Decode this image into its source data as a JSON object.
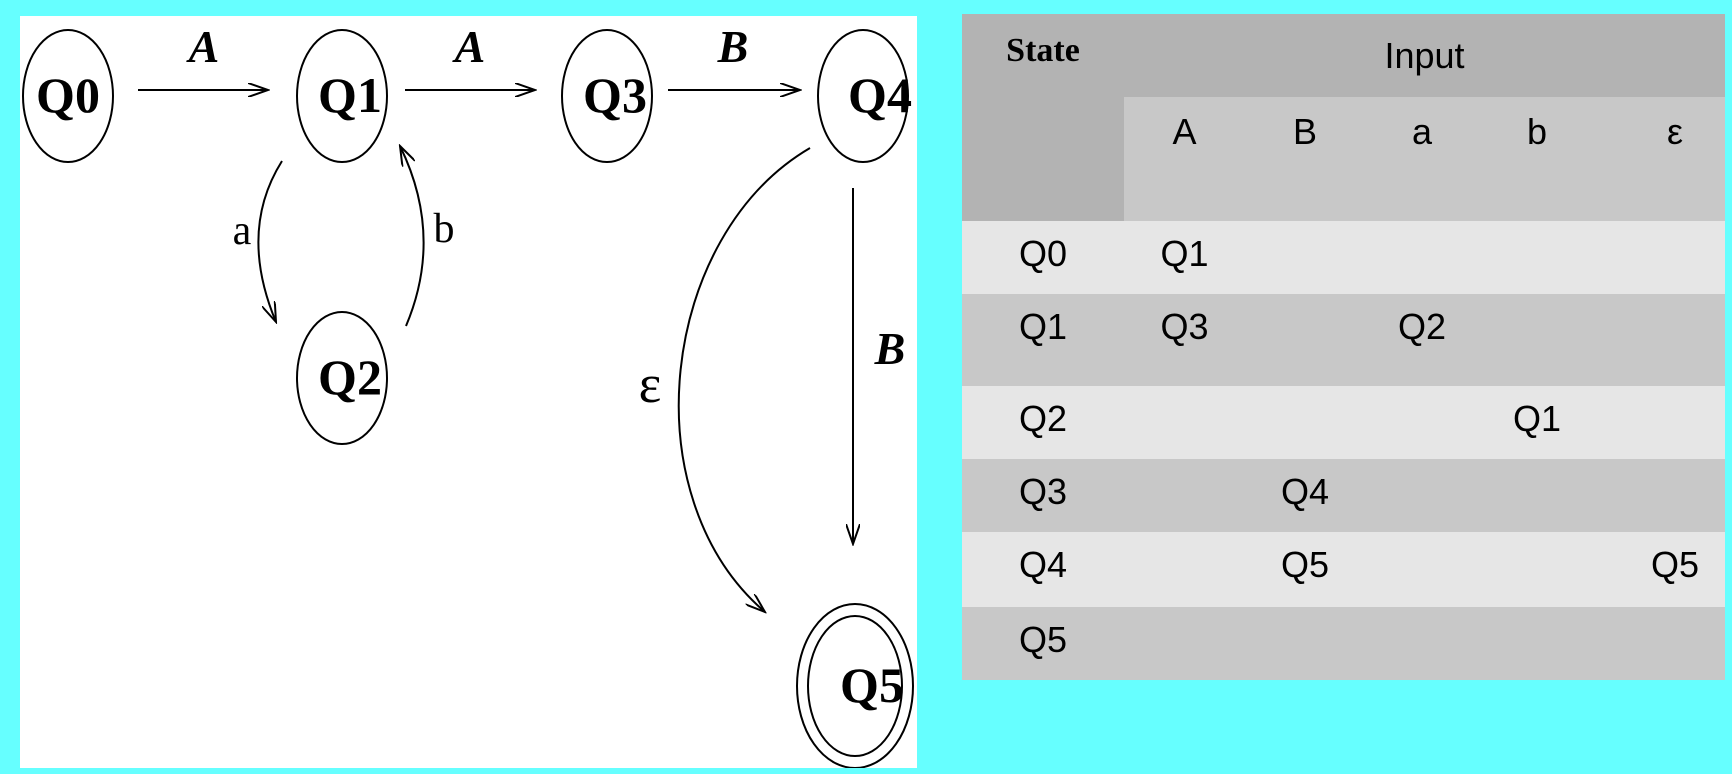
{
  "diagram": {
    "states": [
      "Q0",
      "Q1",
      "Q2",
      "Q3",
      "Q4",
      "Q5"
    ],
    "accepting_state": "Q5",
    "edges": [
      {
        "from": "Q0",
        "to": "Q1",
        "label": "A"
      },
      {
        "from": "Q1",
        "to": "Q3",
        "label": "A"
      },
      {
        "from": "Q3",
        "to": "Q4",
        "label": "B"
      },
      {
        "from": "Q1",
        "to": "Q2",
        "label": "a"
      },
      {
        "from": "Q2",
        "to": "Q1",
        "label": "b"
      },
      {
        "from": "Q4",
        "to": "Q5",
        "label": "B"
      },
      {
        "from": "Q4",
        "to": "Q5",
        "label": "ε"
      }
    ]
  },
  "table": {
    "state_header": "State",
    "input_header": "Input",
    "symbols": [
      "A",
      "B",
      "a",
      "b",
      "ε"
    ],
    "rows": [
      {
        "state": "Q0",
        "cells": [
          "Q1",
          "",
          "",
          "",
          ""
        ]
      },
      {
        "state": "Q1",
        "cells": [
          "Q3",
          "",
          "Q2",
          "",
          ""
        ]
      },
      {
        "state": "Q2",
        "cells": [
          "",
          "",
          "",
          "Q1",
          ""
        ]
      },
      {
        "state": "Q3",
        "cells": [
          "",
          "Q4",
          "",
          "",
          ""
        ]
      },
      {
        "state": "Q4",
        "cells": [
          "",
          "Q5",
          "",
          "",
          "Q5"
        ]
      },
      {
        "state": "Q5",
        "cells": [
          "",
          "",
          "",
          "",
          ""
        ]
      }
    ]
  },
  "colors": {
    "background": "#66ffff",
    "header_dark": "#b3b3b3",
    "header_mid": "#c8c8c8",
    "row_light": "#e6e6e6",
    "row_dark": "#c8c8c8"
  }
}
